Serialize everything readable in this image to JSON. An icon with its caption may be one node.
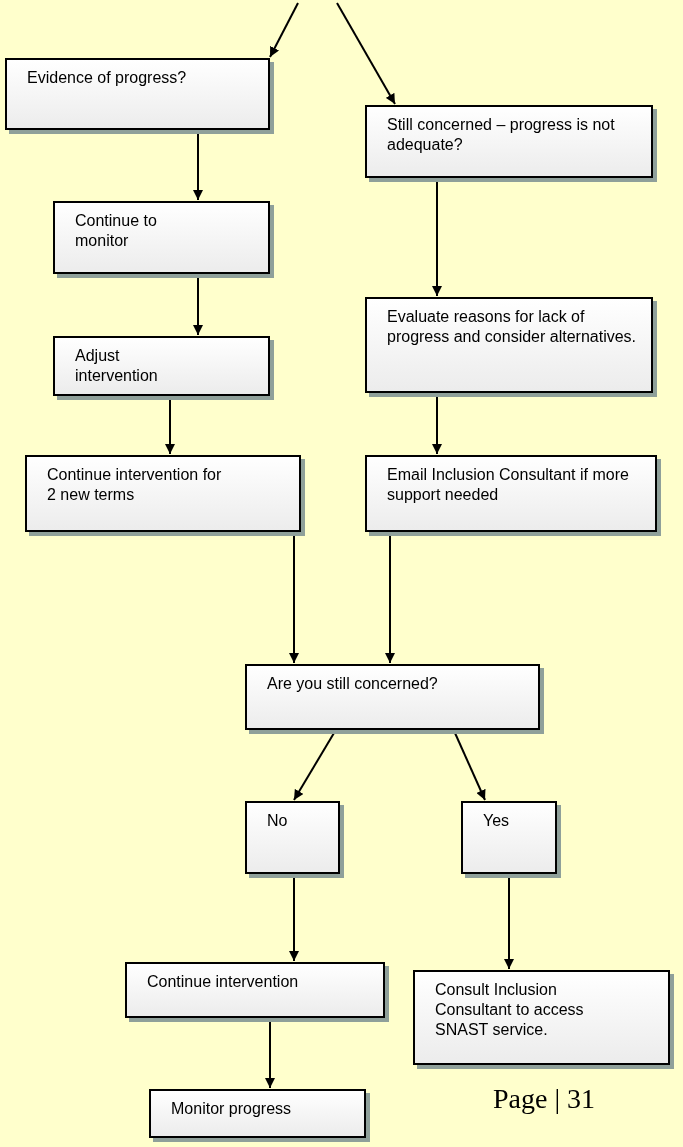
{
  "diagram": {
    "nodes": [
      {
        "text": [
          "Evidence of progress?"
        ]
      },
      {
        "text": [
          "Still concerned – progress is not adequate?"
        ]
      },
      {
        "text": [
          "Continue to monitor"
        ]
      },
      {
        "text": [
          "Evaluate reasons for lack of progress and consider alternatives."
        ]
      },
      {
        "text": [
          "Adjust intervention"
        ]
      },
      {
        "text": [
          "Continue intervention for 2 new terms"
        ]
      },
      {
        "text": [
          "Email Inclusion Consultant if more support needed"
        ]
      },
      {
        "text": [
          "Are you still concerned?"
        ]
      },
      {
        "text": [
          "No"
        ]
      },
      {
        "text": [
          "Yes"
        ]
      },
      {
        "text": [
          "Continue intervention"
        ]
      },
      {
        "text": [
          "Consult Inclusion Consultant to access SNAST service."
        ]
      },
      {
        "text": [
          "Monitor progress"
        ]
      }
    ],
    "edges": [
      {
        "from": null,
        "to": 0,
        "arrow": "to"
      },
      {
        "from": null,
        "to": 1,
        "arrow": "to"
      },
      {
        "from": 0,
        "to": 2,
        "arrow": "to"
      },
      {
        "from": 1,
        "to": 3,
        "arrow": "to"
      },
      {
        "from": 2,
        "to": 4,
        "arrow": "to"
      },
      {
        "from": 3,
        "to": 6,
        "arrow": "to"
      },
      {
        "from": 4,
        "to": 5,
        "arrow": "to"
      },
      {
        "from": 5,
        "to": 7,
        "arrow": "to"
      },
      {
        "from": 6,
        "to": 7,
        "arrow": "to"
      },
      {
        "from": 7,
        "to": 8,
        "arrow": "to"
      },
      {
        "from": 7,
        "to": 9,
        "arrow": "to"
      },
      {
        "from": 8,
        "to": 10,
        "arrow": "to"
      },
      {
        "from": 9,
        "to": 11,
        "arrow": "to"
      },
      {
        "from": 10,
        "to": 12,
        "arrow": "to"
      }
    ],
    "labels": [
      "Page | 31"
    ]
  }
}
